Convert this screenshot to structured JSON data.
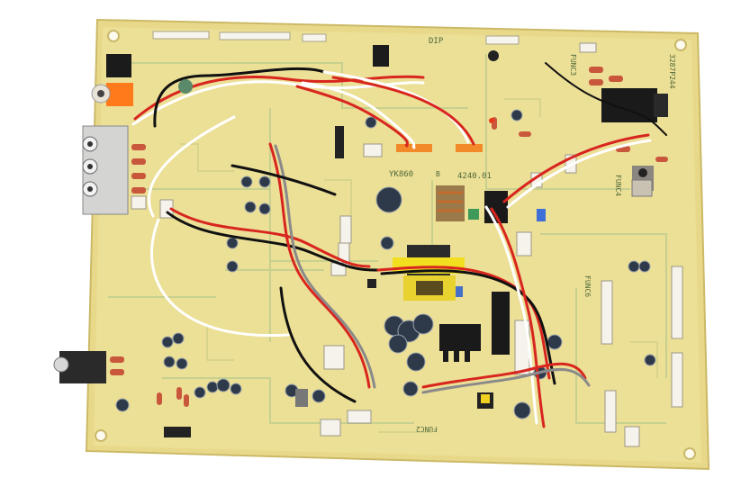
{
  "photo": {
    "background": "#ffffff",
    "board_color": "#e8d98a",
    "board_edge_color": "#d9c873",
    "trace_color": "#b7c487",
    "silkscreen": {
      "board_id": "YK860",
      "part_number": "4240.01",
      "side_label": "3287P244",
      "func2": "FUNC2",
      "func3": "FUNC3",
      "func4": "FUNC4",
      "func6": "FUNC6",
      "dip": "DIP",
      "marker_b": "B"
    },
    "wire_colors": [
      "#d8261f",
      "#ffffff",
      "#111111",
      "#8a8a8a"
    ],
    "connector_color": "#f2f2ea",
    "capacitor_color": "#2e3a4a",
    "jack_colors": [
      "#ff7a1a",
      "#1a1a1a",
      "#d0d0d0"
    ]
  }
}
